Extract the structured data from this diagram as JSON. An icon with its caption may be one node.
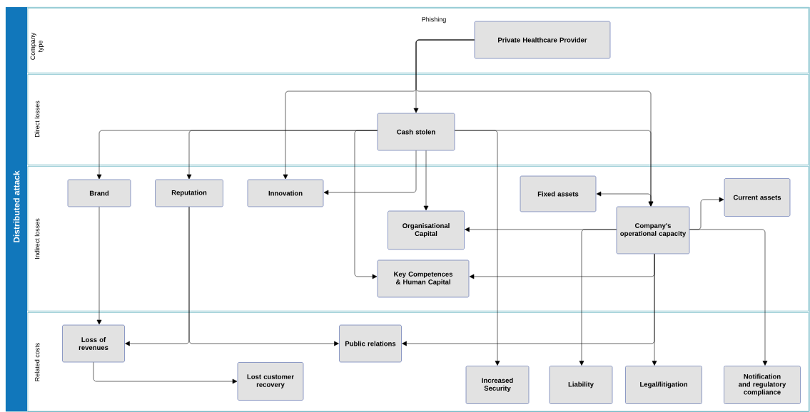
{
  "diagram": {
    "nodes": [
      {
        "text": [
          "Distributed attack"
        ]
      },
      {
        "text": [
          "Company type"
        ],
        "in": 0
      },
      {
        "text": [
          "Direct losses"
        ],
        "in": 0
      },
      {
        "text": [
          "Indirect losses"
        ],
        "in": 0
      },
      {
        "text": [
          "Related costs"
        ],
        "in": 0
      },
      {
        "text": [
          "Private Healthcare Provider"
        ],
        "in": 1
      },
      {
        "text": [
          "Cash stolen"
        ],
        "in": 2
      },
      {
        "text": [
          "Brand"
        ],
        "in": 3
      },
      {
        "text": [
          "Reputation"
        ],
        "in": 3
      },
      {
        "text": [
          "Innovation"
        ],
        "in": 3
      },
      {
        "text": [
          "Fixed assets"
        ],
        "in": 3
      },
      {
        "text": [
          "Current assets"
        ],
        "in": 3
      },
      {
        "text": [
          "Organisational Capital"
        ],
        "in": 3
      },
      {
        "text": [
          "Company's operational capacity"
        ],
        "in": 3
      },
      {
        "text": [
          "Key Competences & Human Capital"
        ],
        "in": 3
      },
      {
        "text": [
          "Loss of revenues"
        ],
        "in": 4
      },
      {
        "text": [
          "Public relations"
        ],
        "in": 4
      },
      {
        "text": [
          "Lost customer recovery"
        ],
        "in": 4
      },
      {
        "text": [
          "Increased Security"
        ],
        "in": 4
      },
      {
        "text": [
          "Liability"
        ],
        "in": 4
      },
      {
        "text": [
          "Legal/litigation"
        ],
        "in": 4
      },
      {
        "text": [
          "Notification and regulatory compliance"
        ],
        "in": 4
      }
    ],
    "edges": [
      {
        "from": 5,
        "to": 6,
        "arrow": "to"
      },
      {
        "from": 5,
        "to": 9,
        "arrow": "to"
      },
      {
        "from": 5,
        "to": 13,
        "arrow": "to"
      },
      {
        "from": 6,
        "to": 7,
        "arrow": "to"
      },
      {
        "from": 6,
        "to": 8,
        "arrow": "to"
      },
      {
        "from": 6,
        "to": 9,
        "arrow": "to"
      },
      {
        "from": 6,
        "to": 12,
        "arrow": "to"
      },
      {
        "from": 6,
        "to": 14,
        "arrow": "to"
      },
      {
        "from": 6,
        "to": 18,
        "arrow": "to"
      },
      {
        "from": 6,
        "to": 13,
        "arrow": "to"
      },
      {
        "from": 13,
        "to": 10,
        "arrow": "to"
      },
      {
        "from": 13,
        "to": 11,
        "arrow": "to"
      },
      {
        "from": 13,
        "to": 12,
        "arrow": "to"
      },
      {
        "from": 13,
        "to": 19,
        "arrow": "to"
      },
      {
        "from": 13,
        "to": 20,
        "arrow": "to"
      },
      {
        "from": 13,
        "to": 14,
        "arrow": "to"
      },
      {
        "from": 13,
        "to": 16,
        "arrow": "to"
      },
      {
        "from": 13,
        "to": 21,
        "arrow": "to"
      },
      {
        "from": 7,
        "to": 15,
        "arrow": "to"
      },
      {
        "from": 8,
        "to": 15,
        "arrow": "to"
      },
      {
        "from": 8,
        "to": 16,
        "arrow": "to"
      },
      {
        "from": 15,
        "to": 17,
        "arrow": "to"
      }
    ],
    "labels": [
      "Phishing"
    ]
  }
}
